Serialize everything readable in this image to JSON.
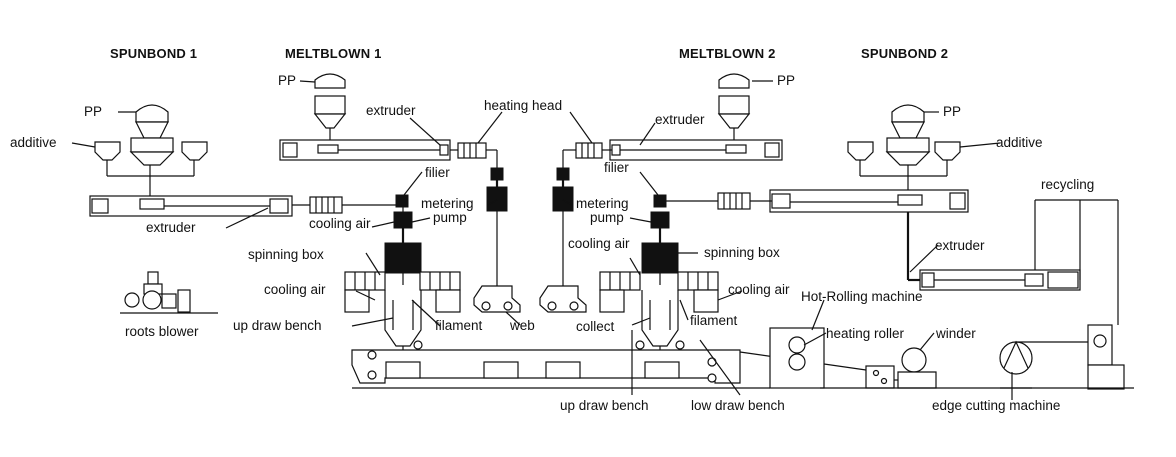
{
  "sections": {
    "spunbond_1": "SPUNBOND 1",
    "meltblown_1": "MELTBLOWN 1",
    "meltblown_2": "MELTBLOWN 2",
    "spunbond_2": "SPUNBOND 2"
  },
  "labels": {
    "pp_left_top": "PP",
    "pp_spunbond1": "PP",
    "additive_left": "additive",
    "extruder_mb1": "extruder",
    "heating_head": "heating head",
    "extruder_mb2": "extruder",
    "pp_mb2": "PP",
    "pp_spunbond2": "PP",
    "additive_right": "additive",
    "filier_left": "filier",
    "filier_right": "filier",
    "metering_left_1": "metering",
    "metering_left_2": "pump",
    "metering_right_1": "metering",
    "metering_right_2": "pump",
    "recycling": "recycling",
    "cooling_air_top_left": "cooling air",
    "extruder_sb1": "extruder",
    "cooling_air_top_right": "cooling air",
    "spinning_box_left": "spinning box",
    "spinning_box_right": "spinning box",
    "extruder_sb2": "extruder",
    "cooling_air_left": "cooling air",
    "cooling_air_right": "cooling air",
    "hot_rolling": "Hot-Rolling machine",
    "roots_blower": "roots blower",
    "up_draw_bench_top": "up draw bench",
    "filament_left": "filament",
    "web": "web",
    "collect": "collect",
    "filament_right": "filament",
    "heating_roller": "heating roller",
    "winder": "winder",
    "up_draw_bench_bottom": "up draw bench",
    "low_draw_bench": "low draw bench",
    "edge_cutting": "edge cutting machine"
  }
}
